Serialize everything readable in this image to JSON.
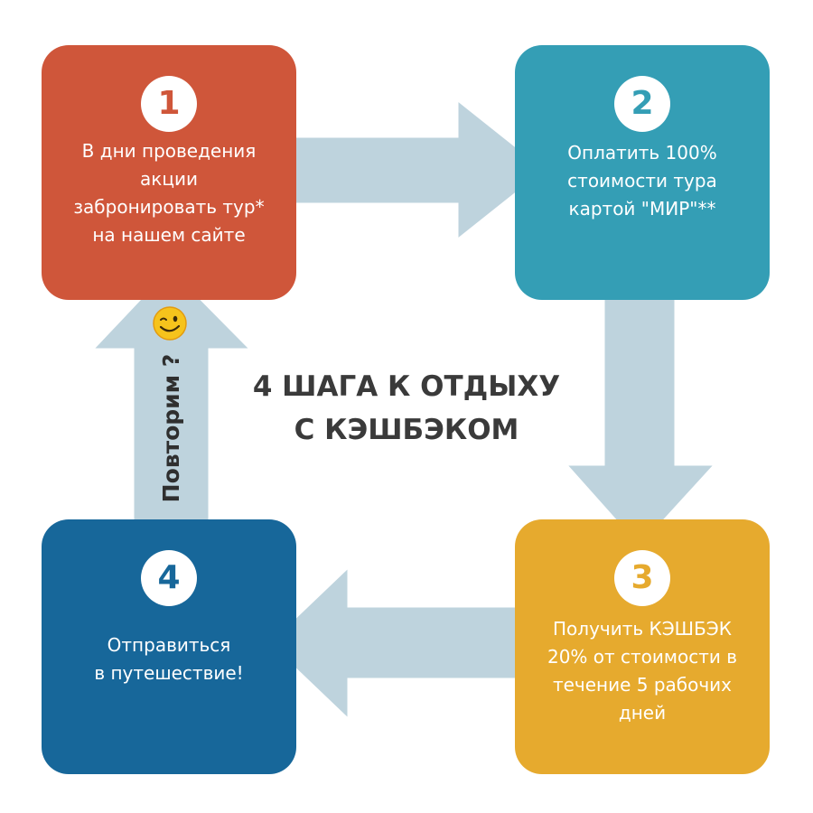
{
  "title": "4 ШАГА К ОТДЫХУ\nС КЭШБЭКОМ",
  "steps": [
    {
      "number": "1",
      "text": "В дни проведения\nакции\nзабронировать тур*\nна нашем сайте",
      "color": "#cf563a"
    },
    {
      "number": "2",
      "text": "Оплатить 100%\nстоимости тура\nкартой \"МИР\"**",
      "color": "#349eb5"
    },
    {
      "number": "3",
      "text": "Получить КЭШБЭК\n20% от стоимости в\nтечение 5 рабочих\nдней",
      "color": "#e6aa2e"
    },
    {
      "number": "4",
      "text": "Отправиться\nв путешествие!",
      "color": "#17679a"
    }
  ],
  "repeat_label": "Повторим ?",
  "arrow_color": "#bed3dd",
  "icons": {
    "repeat_emoji": "winking-smiley-icon"
  }
}
